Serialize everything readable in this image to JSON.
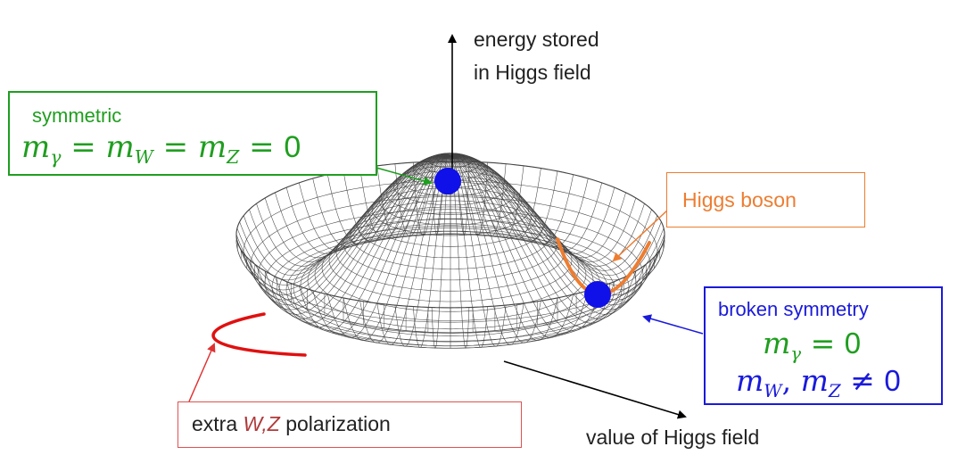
{
  "axes": {
    "vertical_label_line1": "energy stored",
    "vertical_label_line2": "in Higgs field",
    "horizontal_label": "value of Higgs field"
  },
  "boxes": {
    "symmetric": {
      "title": "symmetric",
      "formula": {
        "m": "m",
        "gamma": "γ",
        "eq1": " = ",
        "W": "W",
        "eq2": " = ",
        "Z": "Z",
        "eq3": " = ",
        "zero": "0"
      },
      "color": "#1f9e1f"
    },
    "higgs_boson": {
      "label": "Higgs boson",
      "color": "#ed7d31"
    },
    "broken_symmetry": {
      "title": "broken symmetry",
      "formula1": {
        "m": "m",
        "gamma": "γ",
        "eq": " = ",
        "zero": "0"
      },
      "formula2": {
        "m1": "m",
        "W": "W",
        "comma": ", ",
        "m2": "m",
        "Z": "Z",
        "neq": " ≠ ",
        "zero": "0"
      },
      "title_color": "#1a1adb",
      "green": "#1f9e1f"
    },
    "extra_polarization": {
      "prefix": "extra ",
      "emph": "W,Z",
      "suffix": " polarization",
      "border_color": "#e05050",
      "emph_color": "#b03a3a"
    }
  },
  "colors": {
    "ball": "#1010e8",
    "higgs_curve": "#ed7d31",
    "polarization_curve": "#e01010",
    "mesh": "#444444"
  }
}
